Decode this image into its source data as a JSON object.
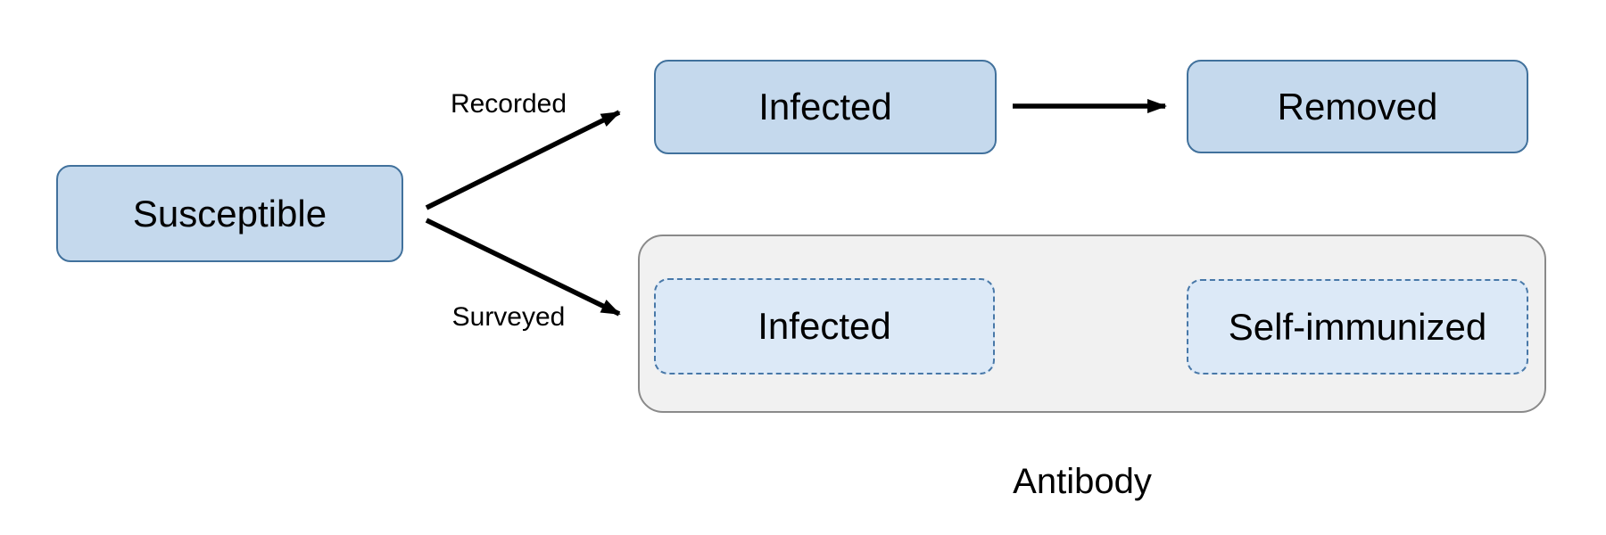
{
  "diagram": {
    "nodes": {
      "susceptible": {
        "label": "Susceptible"
      },
      "infected_recorded": {
        "label": "Infected"
      },
      "removed": {
        "label": "Removed"
      },
      "infected_surveyed": {
        "label": "Infected"
      },
      "self_immunized": {
        "label": "Self-immunized"
      }
    },
    "edge_labels": {
      "recorded": "Recorded",
      "surveyed": "Surveyed"
    },
    "group": {
      "label": "Antibody"
    }
  },
  "colors": {
    "node_fill": "#C5D9ED",
    "node_border": "#41719C",
    "dashed_fill": "#DCE9F7",
    "dashed_border": "#4878A8",
    "group_fill": "#F1F1F1",
    "group_border": "#8A8A8A",
    "arrow": "#000000",
    "text": "#000000",
    "background": "#FFFFFF"
  }
}
